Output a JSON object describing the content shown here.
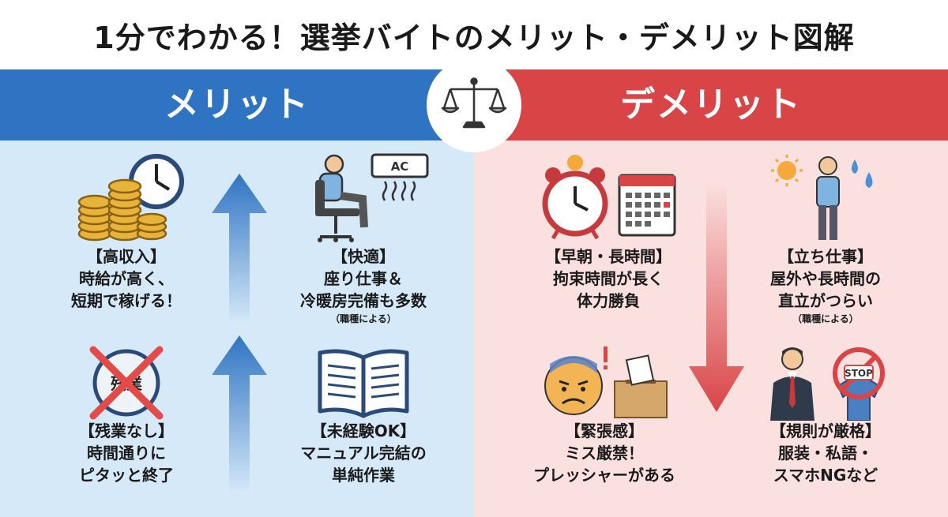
{
  "title": "1分でわかる！選挙バイトのメリット・デメリット図解",
  "merit": {
    "heading": "メリット",
    "items": [
      {
        "title": "【高収入】",
        "desc": "時給が高く、\n短期で稼げる！",
        "note": ""
      },
      {
        "title": "【快適】",
        "desc": "座り仕事＆\n冷暖房完備も多数",
        "note": "（職種による）",
        "icon_text": "AC"
      },
      {
        "title": "【残業なし】",
        "desc": "時間通りに\nピタッと終了",
        "note": "",
        "icon_text": "残業"
      },
      {
        "title": "【未経験OK】",
        "desc": "マニュアル完結の\n単純作業",
        "note": ""
      }
    ]
  },
  "demerit": {
    "heading": "デメリット",
    "items": [
      {
        "title": "【早朝・長時間】",
        "desc": "拘束時間が長く\n体力勝負",
        "note": ""
      },
      {
        "title": "【立ち仕事】",
        "desc": "屋外や長時間の\n直立がつらい",
        "note": "（職種による）"
      },
      {
        "title": "【緊張感】",
        "desc": "ミス厳禁！\nプレッシャーがある",
        "note": ""
      },
      {
        "title": "【規則が厳格】",
        "desc": "服装・私語・\nスマホNGなど",
        "note": "",
        "icon_text": "STOP"
      }
    ]
  },
  "colors": {
    "merit": "#2f74c2",
    "demerit": "#d94446",
    "merit_bg": "#d5e9f8",
    "demerit_bg": "#fbe0e0"
  }
}
